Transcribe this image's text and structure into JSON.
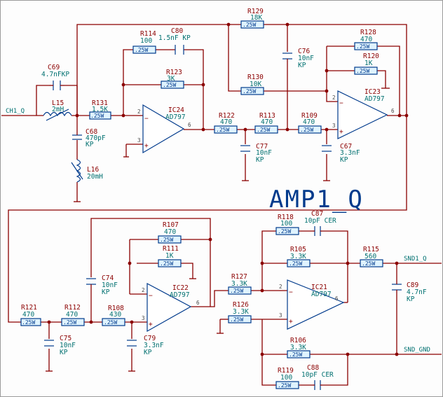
{
  "title": "AMP1_Q",
  "nets": {
    "in": "CH1_Q",
    "out": "SND1_Q",
    "gnd": "SND_GND"
  },
  "pwr": ".25W",
  "resistors": {
    "r129": {
      "ref": "R129",
      "val": "18K"
    },
    "r114": {
      "ref": "R114",
      "val": "100"
    },
    "r123": {
      "ref": "R123",
      "val": "3K"
    },
    "r131": {
      "ref": "R131",
      "val": "1.5K"
    },
    "r130": {
      "ref": "R130",
      "val": "10K"
    },
    "r128": {
      "ref": "R128",
      "val": "470"
    },
    "r120": {
      "ref": "R120",
      "val": "1K"
    },
    "r122": {
      "ref": "R122",
      "val": "470"
    },
    "r113": {
      "ref": "R113",
      "val": "470"
    },
    "r109": {
      "ref": "R109",
      "val": "470"
    },
    "r107": {
      "ref": "R107",
      "val": "470"
    },
    "r111": {
      "ref": "R111",
      "val": "1K"
    },
    "r121": {
      "ref": "R121",
      "val": "470"
    },
    "r112": {
      "ref": "R112",
      "val": "470"
    },
    "r108": {
      "ref": "R108",
      "val": "430"
    },
    "r118": {
      "ref": "R118",
      "val": "100"
    },
    "r105": {
      "ref": "R105",
      "val": "3.3K"
    },
    "r115": {
      "ref": "R115",
      "val": "560"
    },
    "r127": {
      "ref": "R127",
      "val": "3.3K"
    },
    "r126": {
      "ref": "R126",
      "val": "3.3K"
    },
    "r106": {
      "ref": "R106",
      "val": "3.3K"
    },
    "r119": {
      "ref": "R119",
      "val": "100"
    }
  },
  "capacitors": {
    "c80": {
      "ref": "C80",
      "val": "1.5nF KP"
    },
    "c69": {
      "ref": "C69",
      "val": "4.7nFKP"
    },
    "c68": {
      "ref": "C68",
      "val": "470pF",
      "kp": "KP"
    },
    "c76": {
      "ref": "C76",
      "val": "10nF",
      "kp": "KP"
    },
    "c77": {
      "ref": "C77",
      "val": "10nF",
      "kp": "KP"
    },
    "c67": {
      "ref": "C67",
      "val": "3.3nF",
      "kp": "KP"
    },
    "c74": {
      "ref": "C74",
      "val": "10nF",
      "kp": "KP"
    },
    "c75": {
      "ref": "C75",
      "val": "10nF",
      "kp": "KP"
    },
    "c79": {
      "ref": "C79",
      "val": "3.3nF",
      "kp": "KP"
    },
    "c87": {
      "ref": "C87",
      "val": "10pF CER"
    },
    "c89": {
      "ref": "C89",
      "val": "4.7nF",
      "kp": "KP"
    },
    "c88": {
      "ref": "C88",
      "val": "10pF CER"
    }
  },
  "inductors": {
    "l15": {
      "ref": "L15",
      "val": "2mH"
    },
    "l16": {
      "ref": "L16",
      "val": "20mH"
    }
  },
  "opamps": {
    "ic24": {
      "ref": "IC24",
      "val": "AD797"
    },
    "ic23": {
      "ref": "IC23",
      "val": "AD797"
    },
    "ic22": {
      "ref": "IC22",
      "val": "AD797"
    },
    "ic21": {
      "ref": "IC21",
      "val": "AD797"
    }
  },
  "pins": {
    "p2": "2",
    "p3": "3",
    "p6": "6"
  }
}
